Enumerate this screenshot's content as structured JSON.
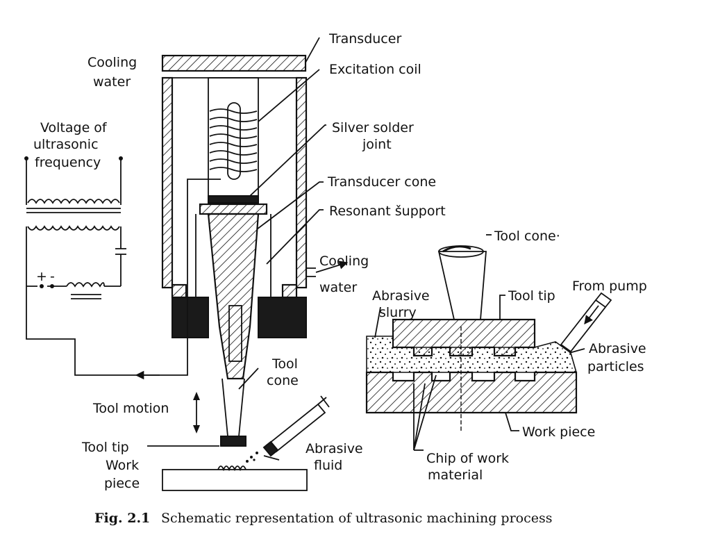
{
  "labels": {
    "transducer": "Transducer",
    "excitation_coil": "Excitation coil",
    "silver_solder_1": "Silver solder",
    "silver_solder_2": "joint",
    "transducer_cone": "Transducer cone",
    "resonant_support": "Resonant šupport",
    "cooling_water_top_1": "Cooling",
    "cooling_water_top_2": "water",
    "cooling_water_right_1": "Cooling",
    "cooling_water_right_2": "water",
    "voltage_1": "Voltage of",
    "voltage_2": "ultrasonic",
    "voltage_3": "frequency",
    "tool_cone_left_1": "Tool",
    "tool_cone_left_2": "cone",
    "tool_motion": "Tool motion",
    "tool_tip_left": "Tool tip",
    "work_piece_left_1": "Work",
    "work_piece_left_2": "piece",
    "abrasive_fluid_1": "Abrasive",
    "abrasive_fluid_2": "fluid",
    "tool_cone_right": "Tool cone·",
    "abrasive_slurry_1": "Abrasive",
    "abrasive_slurry_2": "slurry",
    "tool_tip_right": "Tool tip",
    "from_pump": "From pump",
    "abrasive_particles_1": "Abrasive",
    "abrasive_particles_2": "particles",
    "work_piece_right": "Work piece",
    "chip_1": "Chip of work",
    "chip_2": "material",
    "plus": "+",
    "minus": "-"
  },
  "caption": {
    "lead": "Fig. 2.1",
    "text": "Schematic representation of ultrasonic machining process"
  }
}
